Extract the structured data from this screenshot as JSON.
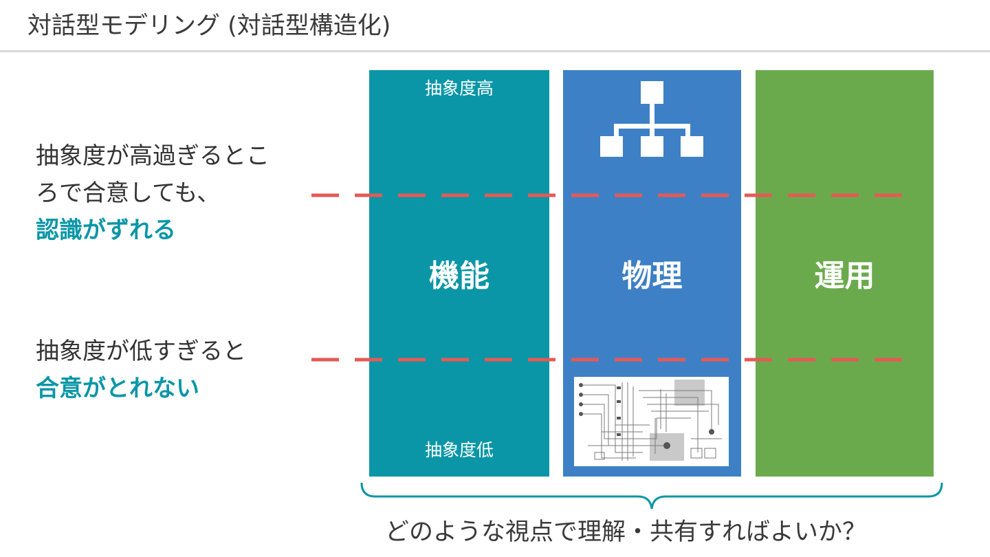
{
  "header": {
    "title": "対話型モデリング (対話型構造化)"
  },
  "columns": {
    "function": {
      "label": "機能",
      "abstraction_high": "抽象度高",
      "abstraction_low": "抽象度低"
    },
    "physical": {
      "label": "物理",
      "icon": "hierarchy-icon",
      "image": "wiring-diagram"
    },
    "operation": {
      "label": "運用"
    }
  },
  "annotations": {
    "upper": {
      "line1": "抽象度が高過ぎるとこ",
      "line2": "ろで合意しても、",
      "emphasis": "認識がずれる"
    },
    "lower": {
      "line1": "抽象度が低すぎると",
      "emphasis": "合意がとれない"
    }
  },
  "question": "どのような視点で理解・共有すればよいか？",
  "colors": {
    "function": "#0a96a6",
    "physical": "#3e80c6",
    "operation": "#6aaa4d",
    "dash": "#e55a55",
    "emphasis": "#0a96a6"
  }
}
